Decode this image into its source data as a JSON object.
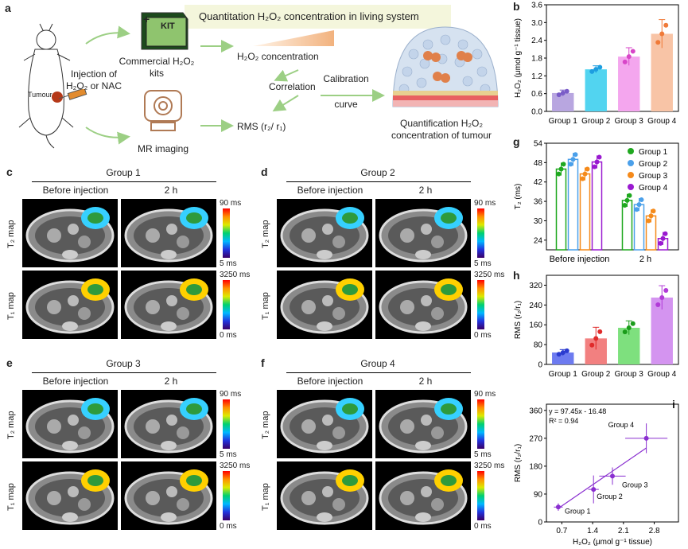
{
  "panel_a": {
    "label": "a",
    "banner": "Quantitation H₂O₂ concentration in living system",
    "kit_text": "KIT",
    "kit_plus": "+",
    "commercial_kits": [
      "Commercial H₂O₂",
      "kits"
    ],
    "injection": [
      "Injection of",
      "H₂O₂ or NAC"
    ],
    "tumour": "Tumour",
    "h2o2_concentration": "H₂O₂  concentration",
    "correlation": "Correlation",
    "calibration": [
      "Calibration",
      "curve"
    ],
    "rms": "RMS (r₂/ r₁)",
    "mr_imaging": "MR imaging",
    "quantification": [
      "Quantification H₂O₂",
      "concentration of tumour"
    ]
  },
  "mri_panels": [
    {
      "label": "c",
      "group": "Group 1",
      "before": "Before injection",
      "after": "2 h"
    },
    {
      "label": "d",
      "group": "Group 2",
      "before": "Before injection",
      "after": "2 h"
    },
    {
      "label": "e",
      "group": "Group 3",
      "before": "Before injection",
      "after": "2 h"
    },
    {
      "label": "f",
      "group": "Group 4",
      "before": "Before injection",
      "after": "2 h"
    }
  ],
  "mri_common": {
    "t2_row_label": "T₂ map",
    "t1_row_label": "T₁ map",
    "t2_max": "90 ms",
    "t2_min": "5 ms",
    "t1_max": "3250 ms",
    "t1_min": "0 ms"
  },
  "colors": {
    "group1": "#b8a6e0",
    "group2": "#52d4f0",
    "group3": "#f4a6ee",
    "group4": "#f8c4a6",
    "green": "#1fa81f",
    "blue": "#4ba0ea",
    "orange": "#f58a1a",
    "purple": "#9a1ad0"
  },
  "chart_data": [
    {
      "panel": "b",
      "type": "bar",
      "categories": [
        "Group 1",
        "Group 2",
        "Group 3",
        "Group 4"
      ],
      "values": [
        0.62,
        1.42,
        1.85,
        2.62
      ],
      "errors": [
        0.1,
        0.12,
        0.3,
        0.48
      ],
      "ylabel": "H₂O₂ (μmol g⁻¹ tissue)",
      "ylim": [
        0,
        3.6
      ],
      "yticks": [
        "0.0",
        "0.6",
        "1.2",
        "1.8",
        "2.4",
        "3.0",
        "3.6"
      ]
    },
    {
      "panel": "g",
      "type": "bar",
      "categories": [
        "Before injection",
        "2 h"
      ],
      "series": [
        {
          "name": "Group 1",
          "values": [
            46.0,
            36.3
          ]
        },
        {
          "name": "Group 2",
          "values": [
            49.0,
            35.0
          ]
        },
        {
          "name": "Group 3",
          "values": [
            44.5,
            31.5
          ]
        },
        {
          "name": "Group 4",
          "values": [
            48.2,
            24.5
          ]
        }
      ],
      "ylabel": "T₂ (ms)",
      "ylim": [
        21,
        54
      ],
      "yticks": [
        "24",
        "30",
        "36",
        "42",
        "48",
        "54"
      ]
    },
    {
      "panel": "h",
      "type": "bar",
      "categories": [
        "Group 1",
        "Group 2",
        "Group 3",
        "Group 4"
      ],
      "values": [
        48,
        105,
        148,
        270
      ],
      "errors": [
        12,
        45,
        28,
        48
      ],
      "ylabel": "RMS (r₂/r₁)",
      "ylim": [
        0,
        360
      ],
      "yticks": [
        "0",
        "80",
        "160",
        "240",
        "320"
      ]
    },
    {
      "panel": "i",
      "type": "scatter",
      "x": [
        0.62,
        1.42,
        1.85,
        2.62
      ],
      "y": [
        48,
        105,
        148,
        270
      ],
      "xerr": [
        0.1,
        0.12,
        0.3,
        0.48
      ],
      "yerr": [
        12,
        45,
        28,
        48
      ],
      "point_labels": [
        "Group 1",
        "Group 2",
        "Group 3",
        "Group 4"
      ],
      "fit": {
        "slope": 97.45,
        "intercept": -16.48
      },
      "equation": "y = 97.45x - 16.48",
      "r2": "R² = 0.94",
      "xlabel": "H₂O₂ (μmol g⁻¹ tissue)",
      "ylabel": "RMS (r₂/r₁)",
      "xlim": [
        0.35,
        3.35
      ],
      "ylim": [
        0,
        380
      ],
      "xticks": [
        "0.7",
        "1.4",
        "2.1",
        "2.8"
      ],
      "yticks": [
        "0",
        "90",
        "180",
        "270",
        "360"
      ]
    }
  ]
}
